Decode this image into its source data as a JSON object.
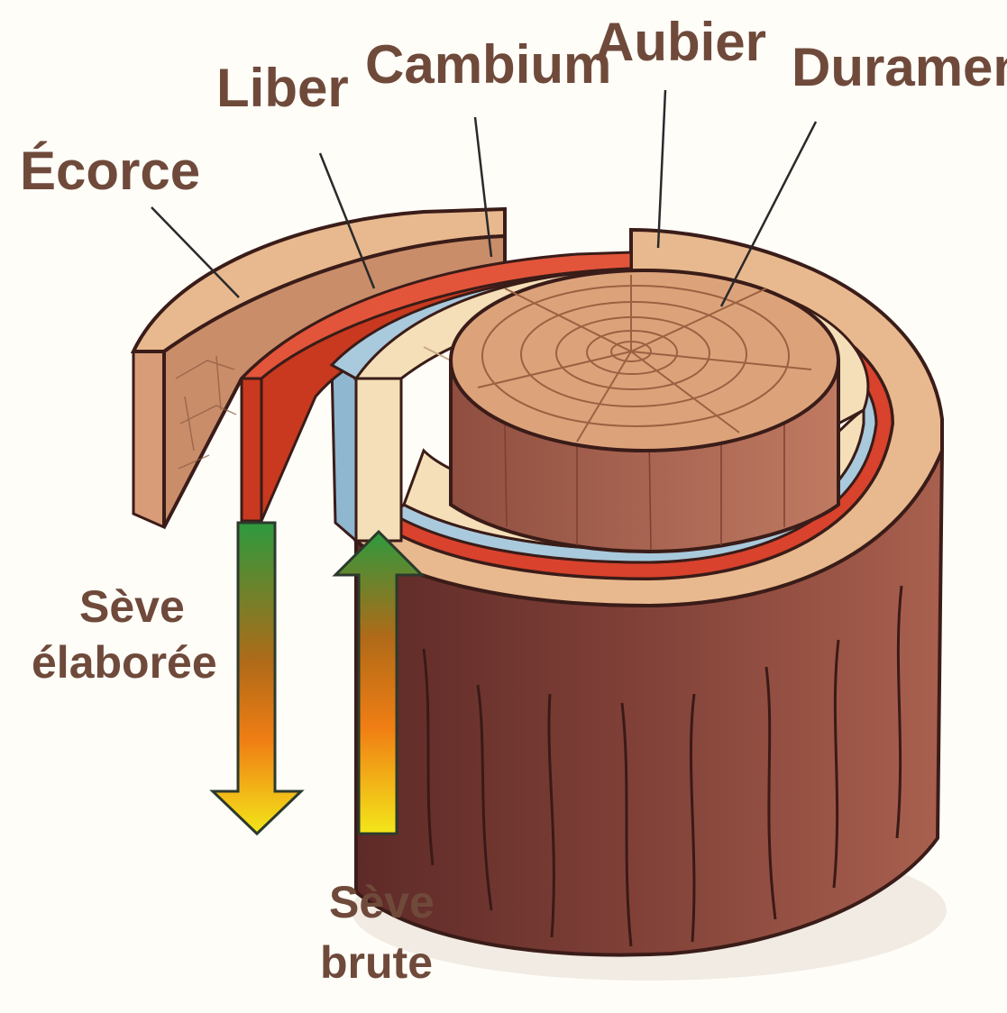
{
  "labels": {
    "ecorce": "Écorce",
    "liber": "Liber",
    "cambium": "Cambium",
    "aubier": "Aubier",
    "duramen": "Duramen",
    "seve_elaboree_line1": "Sève",
    "seve_elaboree_line2": "élaborée",
    "seve_brute_line1": "Sève",
    "seve_brute_line2": "brute"
  },
  "colors": {
    "label_text": "#6f4a3b",
    "bark_outer": "#7a3b34",
    "bark_top": "#e8b98e",
    "liber": "#d9422c",
    "cambium": "#a9c9dc",
    "aubier": "#f4dfb8",
    "duramen_top": "#dca37b",
    "duramen_side": "#a8614f",
    "arrow_green": "#2e9a3e",
    "arrow_orange": "#f07e14",
    "arrow_yellow": "#f3e61a"
  }
}
